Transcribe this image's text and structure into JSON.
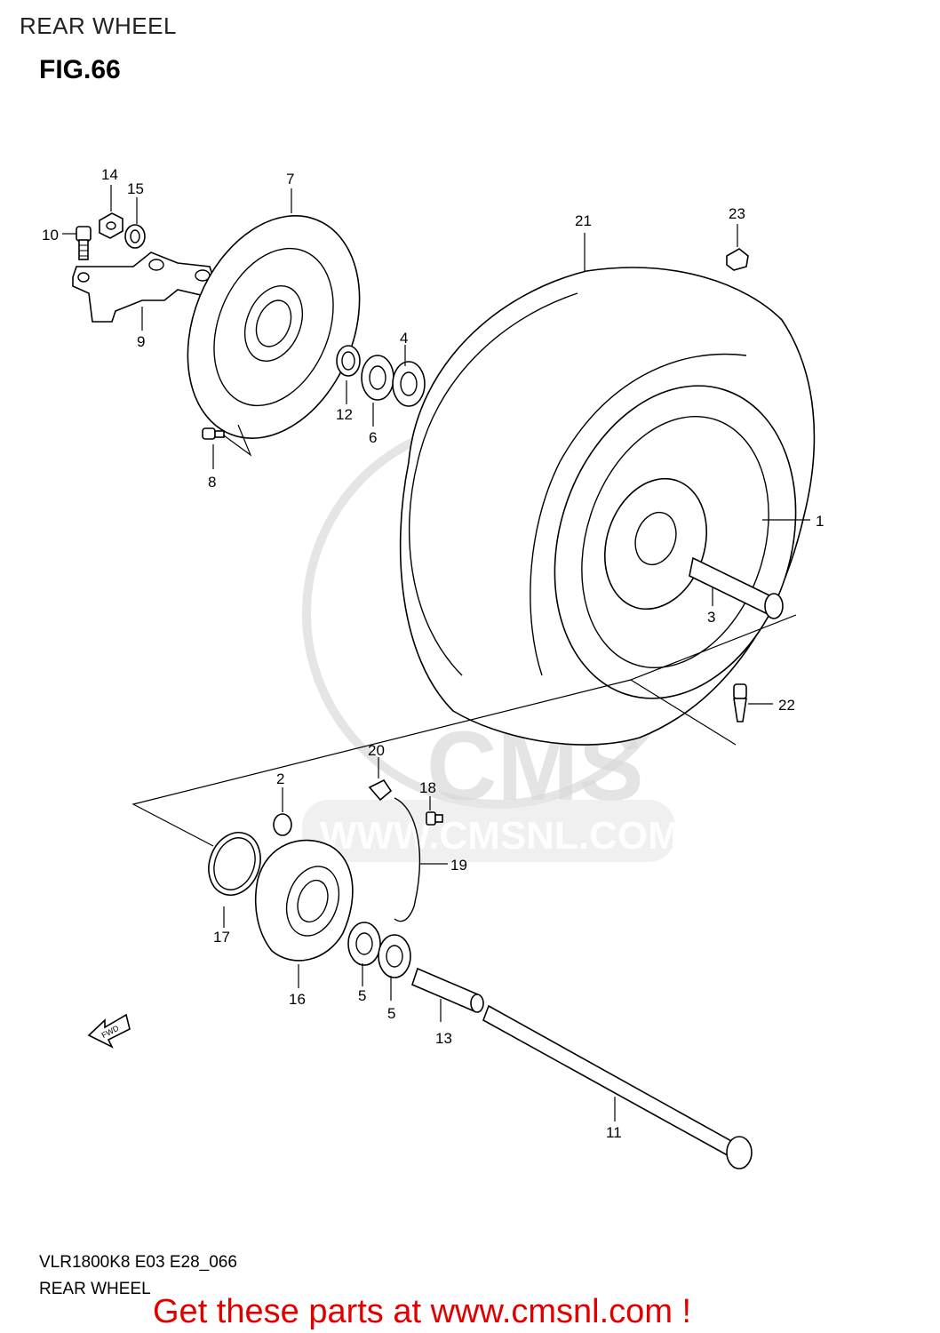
{
  "header": {
    "title": "REAR WHEEL",
    "figure": "FIG.66"
  },
  "watermark": {
    "logo": "CMS",
    "url": "WWW.CMSNL.COM"
  },
  "fwd_arrow": {
    "label": "FWD"
  },
  "callouts": {
    "c1": "1",
    "c2": "2",
    "c3": "3",
    "c4": "4",
    "c5a": "5",
    "c5b": "5",
    "c6": "6",
    "c7": "7",
    "c8": "8",
    "c9": "9",
    "c10": "10",
    "c11": "11",
    "c12": "12",
    "c13": "13",
    "c14": "14",
    "c15": "15",
    "c16": "16",
    "c17": "17",
    "c18": "18",
    "c19": "19",
    "c20": "20",
    "c21": "21",
    "c22": "22",
    "c23": "23"
  },
  "footer": {
    "model": "VLR1800K8  E03  E28_066",
    "title": "REAR WHEEL",
    "promo": "Get these parts at www.cmsnl.com !"
  }
}
